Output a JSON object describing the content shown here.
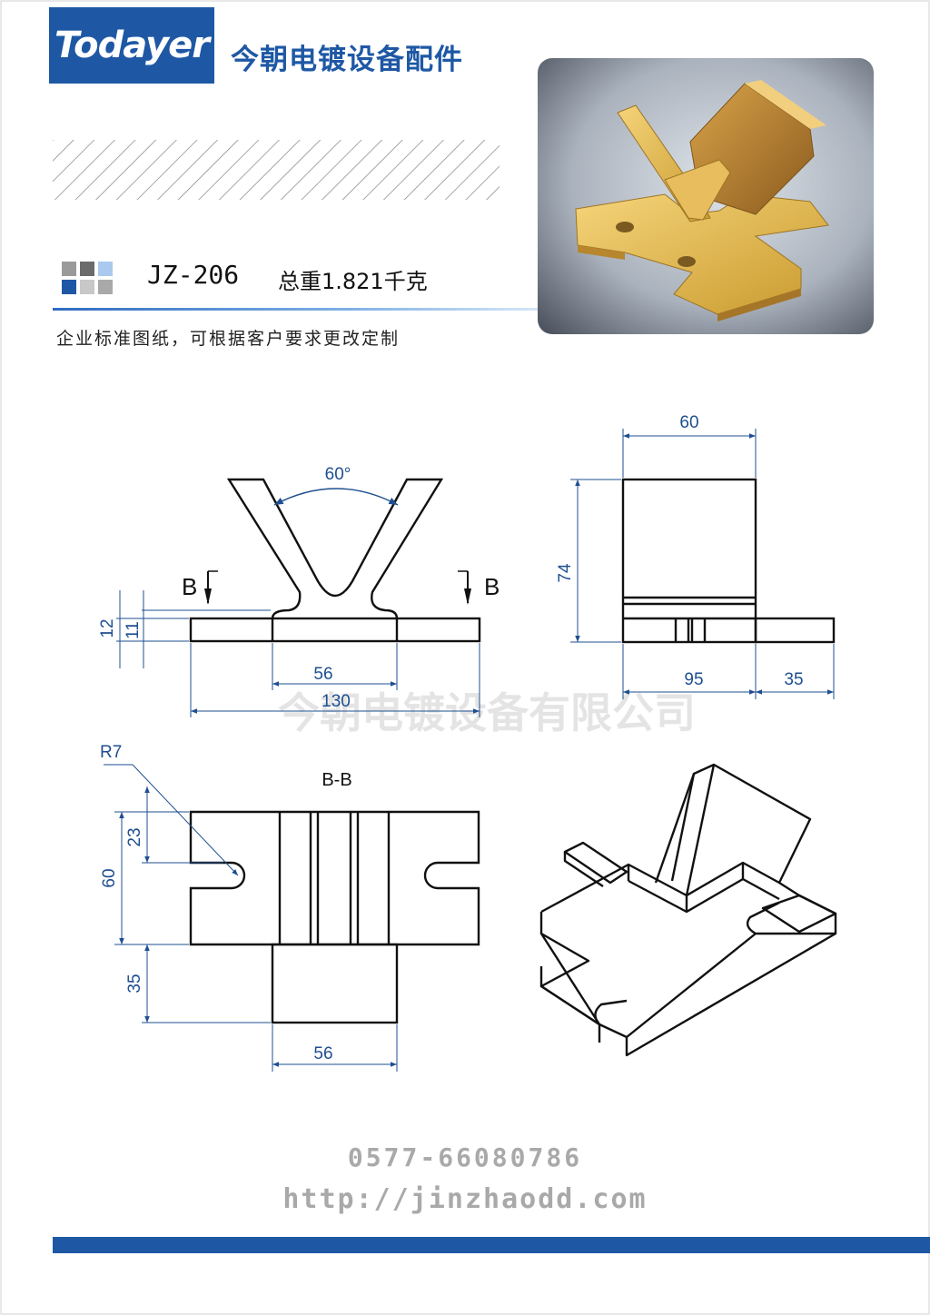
{
  "header": {
    "logo": "Todayer",
    "company": "今朝电镀设备配件"
  },
  "product": {
    "model": "JZ-206",
    "weight": "总重1.821千克",
    "note": "企业标准图纸，可根据客户要求更改定制"
  },
  "swatch_colors": [
    "#9a9a9a",
    "#6b6b6b",
    "#a9c9ee",
    "#1e58a5",
    "#c8c8c8",
    "#a9a9a9"
  ],
  "drawing": {
    "front_view": {
      "angle": "60°",
      "section_mark": "B",
      "dims": {
        "height_outer": "12",
        "height_inner": "11",
        "center_width": "56",
        "total_width": "130"
      }
    },
    "side_view": {
      "dims": {
        "top_width": "60",
        "height": "74",
        "base_width": "95",
        "extension": "35"
      }
    },
    "section_view": {
      "title": "B-B",
      "dims": {
        "radius": "R7",
        "slot_offset": "23",
        "width": "60",
        "extension": "35",
        "center_width": "56"
      }
    },
    "watermark": "今朝电镀设备有限公司"
  },
  "footer": {
    "phone": "0577-66080786",
    "website": "http://jinzhaodd.com"
  }
}
